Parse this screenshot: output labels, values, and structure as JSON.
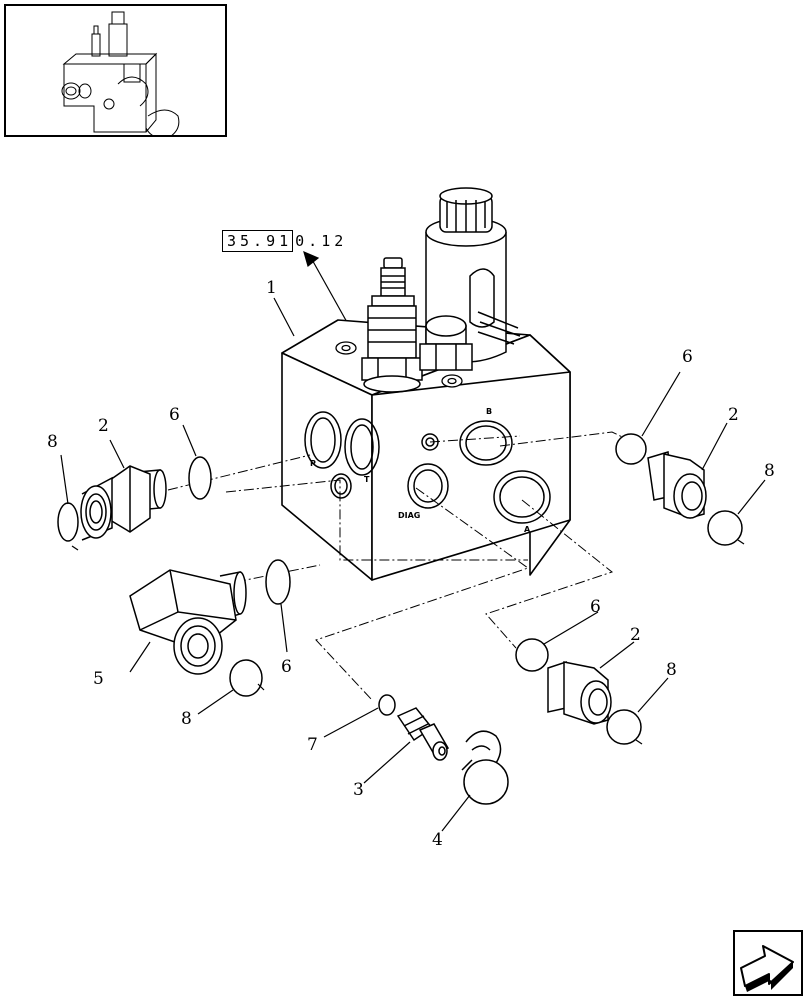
{
  "reference": {
    "boxed_part": "35.91",
    "rest_part": "0.12"
  },
  "callouts": [
    {
      "id": "c1",
      "label": "1"
    },
    {
      "id": "c2a",
      "label": "2"
    },
    {
      "id": "c2b",
      "label": "2"
    },
    {
      "id": "c2c",
      "label": "2"
    },
    {
      "id": "c3",
      "label": "3"
    },
    {
      "id": "c4",
      "label": "4"
    },
    {
      "id": "c5",
      "label": "5"
    },
    {
      "id": "c6a",
      "label": "6"
    },
    {
      "id": "c6b",
      "label": "6"
    },
    {
      "id": "c6c",
      "label": "6"
    },
    {
      "id": "c6d",
      "label": "6"
    },
    {
      "id": "c7",
      "label": "7"
    },
    {
      "id": "c8a",
      "label": "8"
    },
    {
      "id": "c8b",
      "label": "8"
    },
    {
      "id": "c8c",
      "label": "8"
    },
    {
      "id": "c8d",
      "label": "8"
    }
  ],
  "port_labels": {
    "b": "B",
    "a": "A",
    "diag": "DIAG",
    "p": "P",
    "t": "T"
  },
  "icons": {
    "nav": "next-page-arrow-icon"
  }
}
